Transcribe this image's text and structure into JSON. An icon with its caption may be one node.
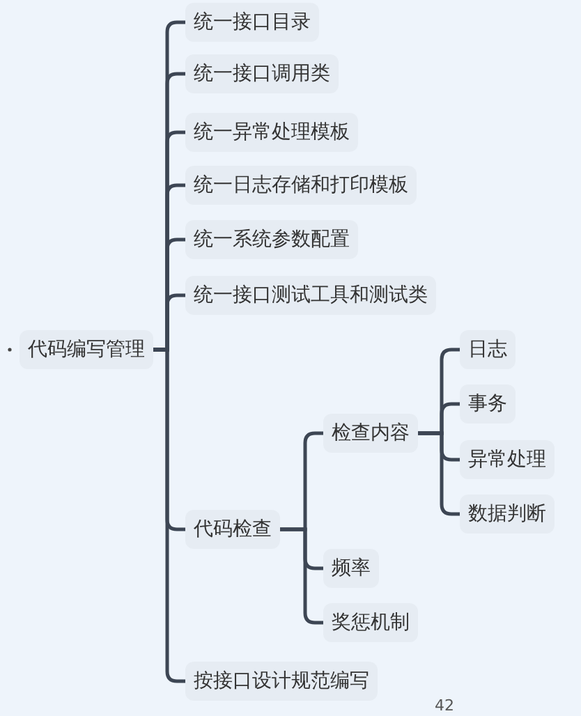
{
  "diagram": {
    "nodes": [
      {
        "text": [
          "代码编写管理"
        ]
      },
      {
        "text": [
          "统一接口目录"
        ]
      },
      {
        "text": [
          "统一接口调用类"
        ]
      },
      {
        "text": [
          "统一异常处理模板"
        ]
      },
      {
        "text": [
          "统一日志存储和打印模板"
        ]
      },
      {
        "text": [
          "统一系统参数配置"
        ]
      },
      {
        "text": [
          "统一接口测试工具和测试类"
        ]
      },
      {
        "text": [
          "代码检查"
        ]
      },
      {
        "text": [
          "检查内容"
        ]
      },
      {
        "text": [
          "日志"
        ]
      },
      {
        "text": [
          "事务"
        ]
      },
      {
        "text": [
          "异常处理"
        ]
      },
      {
        "text": [
          "数据判断"
        ]
      },
      {
        "text": [
          "频率"
        ]
      },
      {
        "text": [
          "奖惩机制"
        ]
      },
      {
        "text": [
          "按接口设计规范编写"
        ]
      }
    ],
    "edges": [
      {
        "from": 0,
        "to": 1,
        "arrow": "none"
      },
      {
        "from": 0,
        "to": 2,
        "arrow": "none"
      },
      {
        "from": 0,
        "to": 3,
        "arrow": "none"
      },
      {
        "from": 0,
        "to": 4,
        "arrow": "none"
      },
      {
        "from": 0,
        "to": 5,
        "arrow": "none"
      },
      {
        "from": 0,
        "to": 6,
        "arrow": "none"
      },
      {
        "from": 0,
        "to": 7,
        "arrow": "none"
      },
      {
        "from": 7,
        "to": 8,
        "arrow": "none"
      },
      {
        "from": 8,
        "to": 9,
        "arrow": "none"
      },
      {
        "from": 8,
        "to": 10,
        "arrow": "none"
      },
      {
        "from": 8,
        "to": 11,
        "arrow": "none"
      },
      {
        "from": 8,
        "to": 12,
        "arrow": "none"
      },
      {
        "from": 7,
        "to": 13,
        "arrow": "none"
      },
      {
        "from": 7,
        "to": 14,
        "arrow": "none"
      },
      {
        "from": 0,
        "to": 15,
        "arrow": "none"
      }
    ],
    "labels": [
      "42"
    ]
  }
}
